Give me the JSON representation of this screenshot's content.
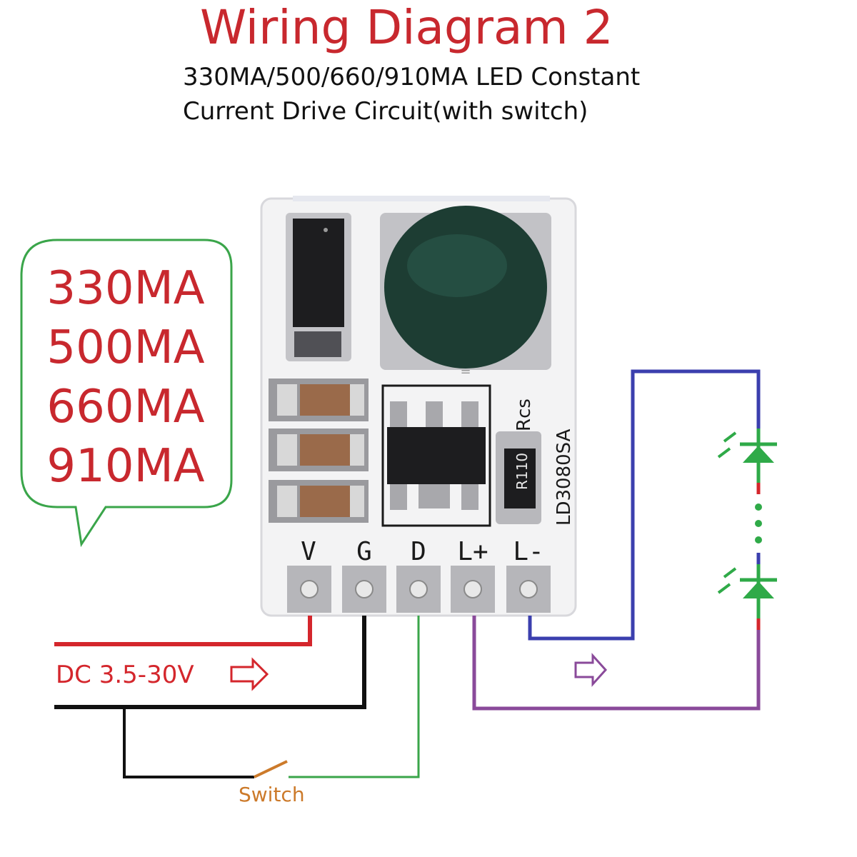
{
  "title": "Wiring Diagram 2",
  "subtitle_line1": "330MA/500/660/910MA LED Constant",
  "subtitle_line2": "Current Drive Circuit(with switch)",
  "current_options": [
    "330MA",
    "500MA",
    "660MA",
    "910MA"
  ],
  "pins": [
    "V",
    "G",
    "D",
    "L+",
    "L-"
  ],
  "board_labels": {
    "resistor_name": "Rcs",
    "resistor_value": "R110",
    "model": "LD3080SA"
  },
  "supply_label": "DC 3.5-30V",
  "switch_label": "Switch",
  "colors": {
    "title": "#c8282e",
    "positive_wire": "#d4262c",
    "ground_wire": "#111111",
    "dim_wire": "#3aa54a",
    "led_plus_wire": "#8a4a9a",
    "led_minus_wire": "#3b3fae",
    "led_symbol": "#2faa48",
    "switch": "#cc7a2a"
  }
}
